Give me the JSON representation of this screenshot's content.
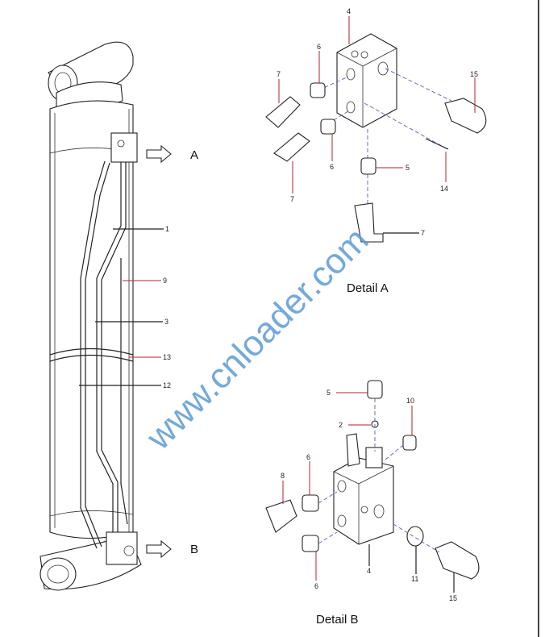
{
  "watermark": "www.cnloader.com",
  "main_view": {
    "callouts": [
      "1",
      "9",
      "3",
      "13",
      "12"
    ],
    "arrow_a": "A",
    "arrow_b": "B"
  },
  "detail_a": {
    "title": "Detail A",
    "callouts": [
      "4",
      "6",
      "7",
      "15",
      "6",
      "5",
      "14",
      "7",
      "7"
    ]
  },
  "detail_b": {
    "title": "Detail B",
    "callouts": [
      "5",
      "10",
      "2",
      "6",
      "8",
      "6",
      "4",
      "11",
      "15"
    ]
  },
  "colors": {
    "leader": "#b02030",
    "watermark": "#5b9bd5",
    "axis": "#6a6ac0"
  }
}
